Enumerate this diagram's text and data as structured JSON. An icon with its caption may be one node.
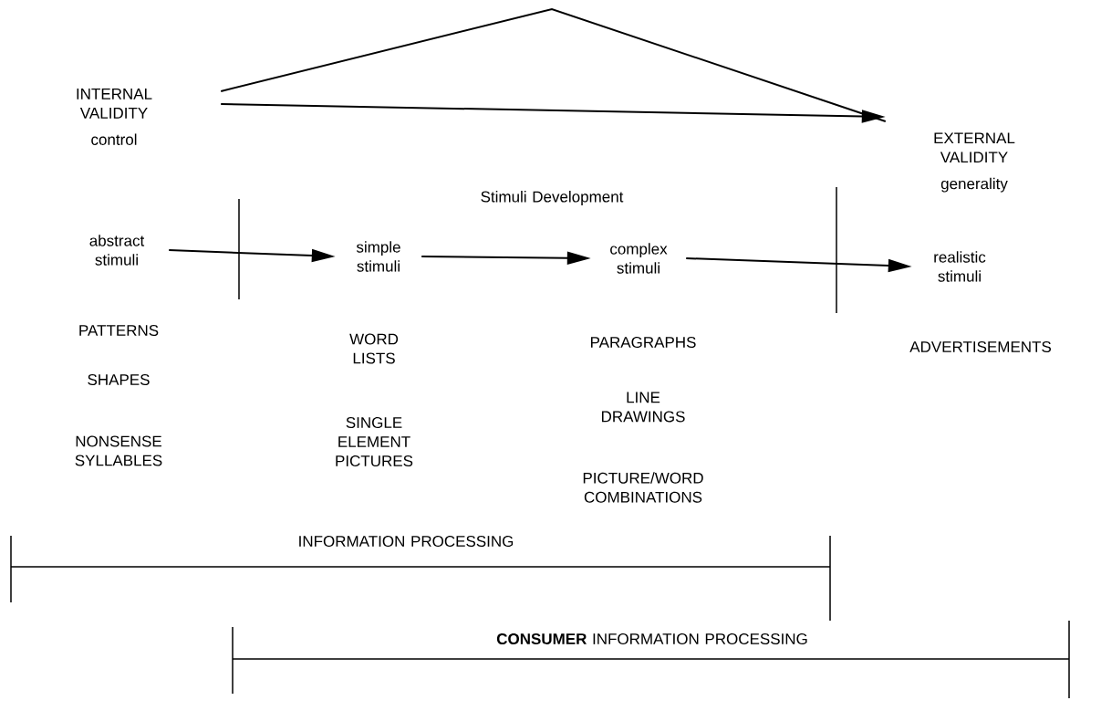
{
  "diagram": {
    "nodes": [
      {
        "text": [
          "INTERNAL VALIDITY",
          "control"
        ]
      },
      {
        "text": [
          "EXTERNAL VALIDITY",
          "generality"
        ]
      },
      {
        "text": [
          "abstract stimuli"
        ]
      },
      {
        "text": [
          "simple stimuli"
        ]
      },
      {
        "text": [
          "complex stimuli"
        ]
      },
      {
        "text": [
          "realistic stimuli"
        ]
      }
    ],
    "edges": [
      {
        "from": 0,
        "to": 1,
        "arrow": "none"
      },
      {
        "from": 0,
        "to": 1,
        "arrow": "to"
      },
      {
        "from": 2,
        "to": 3,
        "arrow": "to"
      },
      {
        "from": 3,
        "to": 4,
        "arrow": "to"
      },
      {
        "from": 4,
        "to": 5,
        "arrow": "to"
      }
    ],
    "labels": [
      "Stimuli Development",
      "PATTERNS",
      "SHAPES",
      "NONSENSE SYLLABLES",
      "WORD LISTS",
      "SINGLE ELEMENT PICTURES",
      "PARAGRAPHS",
      "LINE DRAWINGS",
      "PICTURE/WORD COMBINATIONS",
      "ADVERTISEMENTS",
      "INFORMATION PROCESSING",
      "**CONSUMER** INFORMATION PROCESSING"
    ]
  }
}
